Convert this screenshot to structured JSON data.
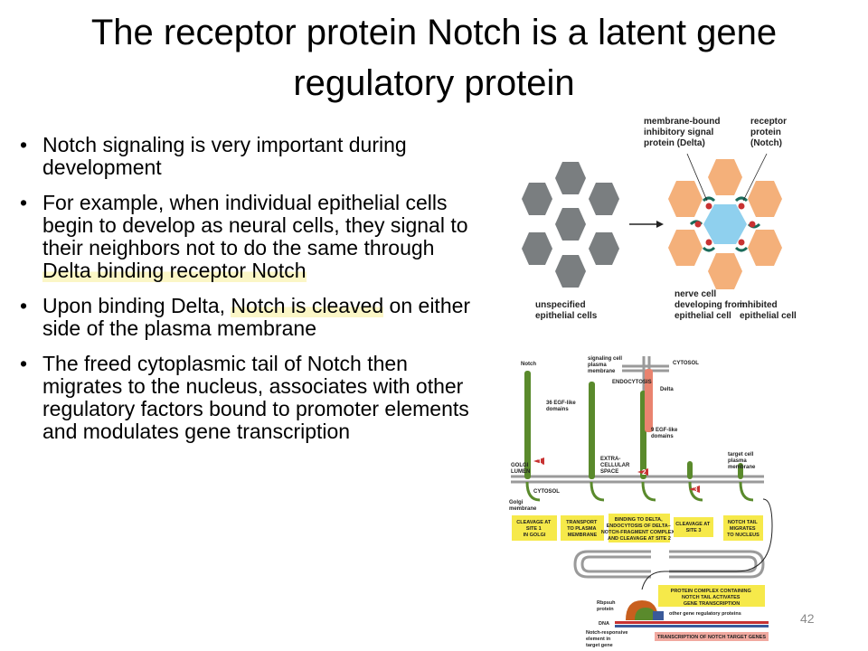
{
  "slide": {
    "title_line1": "The receptor protein Notch is a latent gene",
    "title_line2": "regulatory protein",
    "page_number": "42"
  },
  "bullets": [
    {
      "text": "Notch signaling is very important during development"
    },
    {
      "pre": "For example, when individual epithelial cells begin to develop as neural cells, they signal to their neighbors not to do the same through ",
      "hl": "Delta binding receptor Notch"
    },
    {
      "pre": "Upon binding Delta, ",
      "hl": "Notch is cleaved",
      "post": " on either side of the plasma membrane"
    },
    {
      "text": "The freed cytoplasmic tail of Notch then migrates to the nucleus, associates with other regulatory factors bound to promoter elements and modulates gene transcription"
    }
  ],
  "figure_top": {
    "label_delta": [
      "membrane-bound",
      "inhibitory signal",
      "protein (Delta)"
    ],
    "label_notch": [
      "receptor",
      "protein",
      "(Notch)"
    ],
    "label_unspecified": [
      "unspecified",
      "epithelial cells"
    ],
    "label_nerve": [
      "nerve cell",
      "developing from",
      "epithelial cell"
    ],
    "label_inhibited": [
      "inhibited",
      "epithelial cell"
    ]
  },
  "figure_bottom": {
    "label_notch": "Notch",
    "label_signaling": [
      "signaling cell",
      "plasma",
      "membrane"
    ],
    "label_cytosol_top": "CYTOSOL",
    "label_endocytosis": "ENDOCYTOSIS",
    "label_delta": "Delta",
    "label_egf36": [
      "36 EGF-like",
      "domains"
    ],
    "label_egf9": [
      "9 EGF-like",
      "domains"
    ],
    "label_target": [
      "target cell",
      "plasma",
      "membrane"
    ],
    "label_golgi_lumen": [
      "GOLGI",
      "LUMEN"
    ],
    "label_extracellular": [
      "EXTRA-",
      "CELLULAR",
      "SPACE"
    ],
    "label_cytosol_mid": "CYTOSOL",
    "label_golgi_membrane": [
      "Golgi",
      "membrane"
    ],
    "step1": "1",
    "step2": "2",
    "step3": "3",
    "box_cleavage1": [
      "CLEAVAGE AT",
      "SITE 1",
      "IN GOLGI"
    ],
    "box_transport": [
      "TRANSPORT",
      "TO PLASMA",
      "MEMBRANE"
    ],
    "box_binding": [
      "BINDING TO DELTA,",
      "ENDOCYTOSIS OF DELTA–",
      "NOTCH-FRAGMENT COMPLEX,",
      "AND CLEAVAGE AT SITE 2"
    ],
    "box_cleavage3": [
      "CLEAVAGE AT",
      "SITE 3"
    ],
    "box_migrates": [
      "NOTCH TAIL",
      "MIGRATES",
      "TO NUCLEUS"
    ],
    "box_complex": [
      "PROTEIN COMPLEX CONTAINING",
      "NOTCH TAIL ACTIVATES",
      "GENE TRANSCRIPTION"
    ],
    "label_rbpsuh": [
      "Rbpsuh",
      "protein"
    ],
    "label_other_reg": "other gene regulatory proteins",
    "label_dna": "DNA",
    "label_notch_responsive": [
      "Notch-responsive",
      "element in",
      "target gene"
    ],
    "box_transcription": "TRANSCRIPTION OF NOTCH TARGET GENES"
  },
  "colors": {
    "hex_gray": "#7a7e80",
    "hex_orange": "#f4b07a",
    "center_blue": "#8fd0ee",
    "notch_green": "#5a8a2c",
    "delta_red": "#c83232",
    "box_yellow": "#f6e94a",
    "box_pink": "#f1a9a0",
    "highlight_yellow": "#fbf6c6"
  }
}
